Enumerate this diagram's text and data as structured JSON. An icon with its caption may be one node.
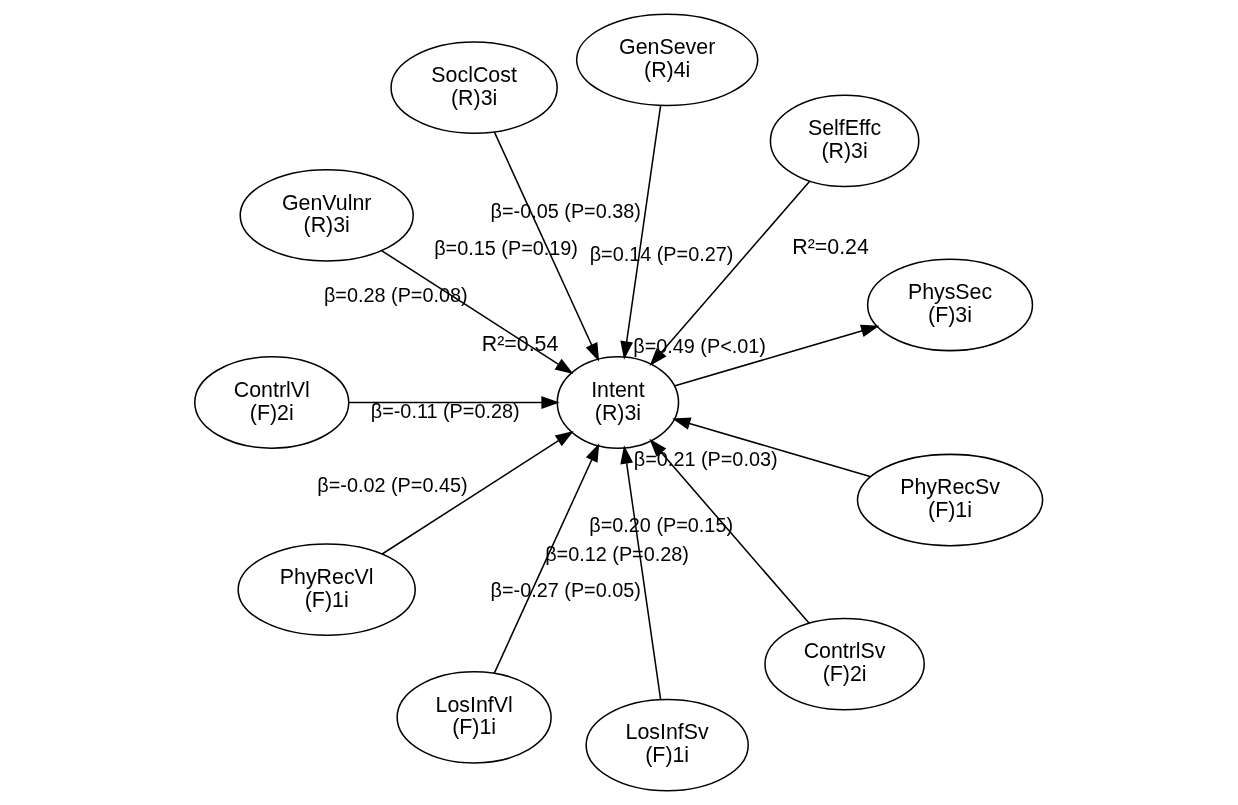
{
  "diagram": {
    "nodes": [
      {
        "text": [
          "SelfEffc",
          "(R)3i"
        ]
      },
      {
        "text": [
          "GenSever",
          "(R)4i"
        ]
      },
      {
        "text": [
          "SoclCost",
          "(R)3i"
        ]
      },
      {
        "text": [
          "GenVulnr",
          "(R)3i"
        ]
      },
      {
        "text": [
          "ContrlVl",
          "(F)2i"
        ]
      },
      {
        "text": [
          "PhyRecVl",
          "(F)1i"
        ]
      },
      {
        "text": [
          "Intent",
          "(R)3i"
        ],
        "beside": [
          "R²=0.54"
        ]
      },
      {
        "text": [
          "PhysSec",
          "(F)3i"
        ],
        "beside": [
          "R²=0.24"
        ]
      },
      {
        "text": [
          "LosInfVl",
          "(F)1i"
        ]
      },
      {
        "text": [
          "LosInfSv",
          "(F)1i"
        ]
      },
      {
        "text": [
          "ContrlSv",
          "(F)2i"
        ]
      },
      {
        "text": [
          "PhyRecSv",
          "(F)1i"
        ]
      }
    ],
    "edges": [
      {
        "from": 0,
        "to": 6,
        "arrow": "to",
        "label": "β=0.14 (P=0.27)"
      },
      {
        "from": 1,
        "to": 6,
        "arrow": "to",
        "label": "β=-0.05 (P=0.38)"
      },
      {
        "from": 2,
        "to": 6,
        "arrow": "to",
        "label": "β=0.15 (P=0.19)"
      },
      {
        "from": 3,
        "to": 6,
        "arrow": "to",
        "label": "β=0.28 (P=0.08)"
      },
      {
        "from": 4,
        "to": 6,
        "arrow": "to",
        "label": "β=-0.11 (P=0.28)"
      },
      {
        "from": 5,
        "to": 6,
        "arrow": "to",
        "label": "β=-0.02 (P=0.45)"
      },
      {
        "from": 6,
        "to": 7,
        "arrow": "to",
        "label": "β=0.49 (P<.01)"
      },
      {
        "from": 8,
        "to": 6,
        "arrow": "to",
        "label": "β=0.12 (P=0.28)"
      },
      {
        "from": 9,
        "to": 6,
        "arrow": "to",
        "label": "β=-0.27 (P=0.05)"
      },
      {
        "from": 10,
        "to": 6,
        "arrow": "to",
        "label": "β=0.20 (P=0.15)"
      },
      {
        "from": 11,
        "to": 6,
        "arrow": "to",
        "label": "β=0.21 (P=0.03)"
      }
    ]
  }
}
